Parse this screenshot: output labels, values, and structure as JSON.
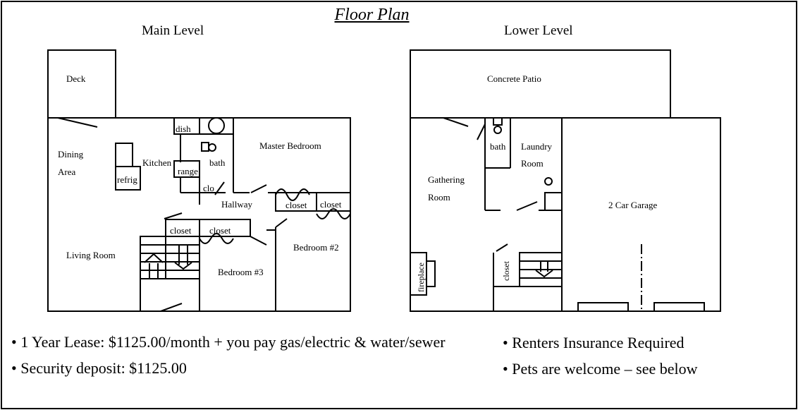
{
  "title": "Floor Plan",
  "main_level": {
    "heading": "Main Level",
    "rooms": {
      "deck": "Deck",
      "dining_line1": "Dining",
      "dining_line2": "Area",
      "refrig": "refrig",
      "kitchen": "Kitchen",
      "dish": "dish",
      "range": "range",
      "bath": "bath",
      "clo": "clo",
      "master_bedroom": "Master Bedroom",
      "hallway": "Hallway",
      "closet_hall": "closet",
      "closet_bed2": "closet",
      "closet_stair": "closet",
      "closet_bed3": "closet",
      "living_room": "Living  Room",
      "bedroom2": "Bedroom #2",
      "bedroom3": "Bedroom #3"
    }
  },
  "lower_level": {
    "heading": "Lower Level",
    "rooms": {
      "patio": "Concrete Patio",
      "bath": "bath",
      "laundry_line1": "Laundry",
      "laundry_line2": "Room",
      "gathering_line1": "Gathering",
      "gathering_line2": "Room",
      "garage": "2  Car Garage",
      "fireplace": "fireplace",
      "closet": "closet"
    }
  },
  "bullets_left": [
    "• 1 Year Lease:  $1125.00/month + you pay gas/electric  & water/sewer",
    "• Security deposit: $1125.00"
  ],
  "bullets_right": [
    "• Renters Insurance Required",
    "• Pets are welcome – see below"
  ]
}
